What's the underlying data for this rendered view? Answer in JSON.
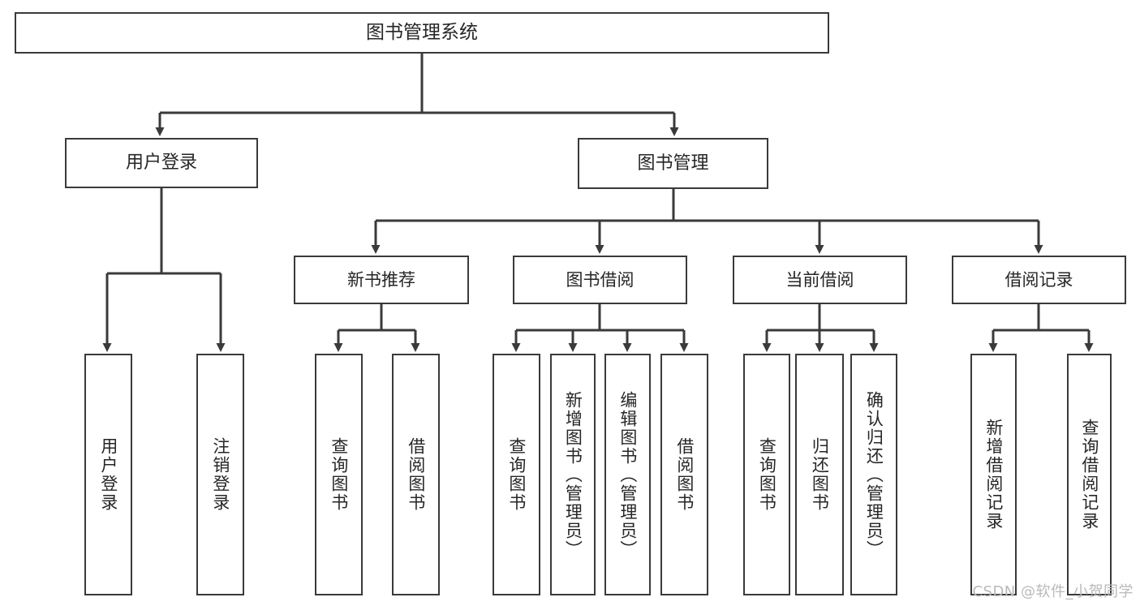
{
  "diagram": {
    "title": "图书管理系统",
    "type": "tree",
    "watermark": "CSDN @软件_小贺同学",
    "colors": {
      "box_border": "#3a3a3a",
      "box_fill": "#ffffff",
      "text": "#262626",
      "link": "#3a3a3a",
      "watermark": "#b9b9b9",
      "background": "#ffffff"
    },
    "root": {
      "label": "图书管理系统"
    },
    "level2": [
      {
        "label": "用户登录"
      },
      {
        "label": "图书管理"
      }
    ],
    "level3": [
      {
        "label": "新书推荐"
      },
      {
        "label": "图书借阅"
      },
      {
        "label": "当前借阅"
      },
      {
        "label": "借阅记录"
      }
    ],
    "leaves": {
      "user_login": [
        {
          "label": "用户登录"
        },
        {
          "label": "注销登录"
        }
      ],
      "new_book_recommend": [
        {
          "label": "查询图书"
        },
        {
          "label": "借阅图书"
        }
      ],
      "book_borrow": [
        {
          "label": "查询图书"
        },
        {
          "label": "新增图书（管理员）"
        },
        {
          "label": "编辑图书（管理员）"
        },
        {
          "label": "借阅图书"
        }
      ],
      "current_borrow": [
        {
          "label": "查询图书"
        },
        {
          "label": "归还图书"
        },
        {
          "label": "确认归还（管理员）"
        }
      ],
      "borrow_record": [
        {
          "label": "新增借阅记录"
        },
        {
          "label": "查询借阅记录"
        }
      ]
    }
  }
}
